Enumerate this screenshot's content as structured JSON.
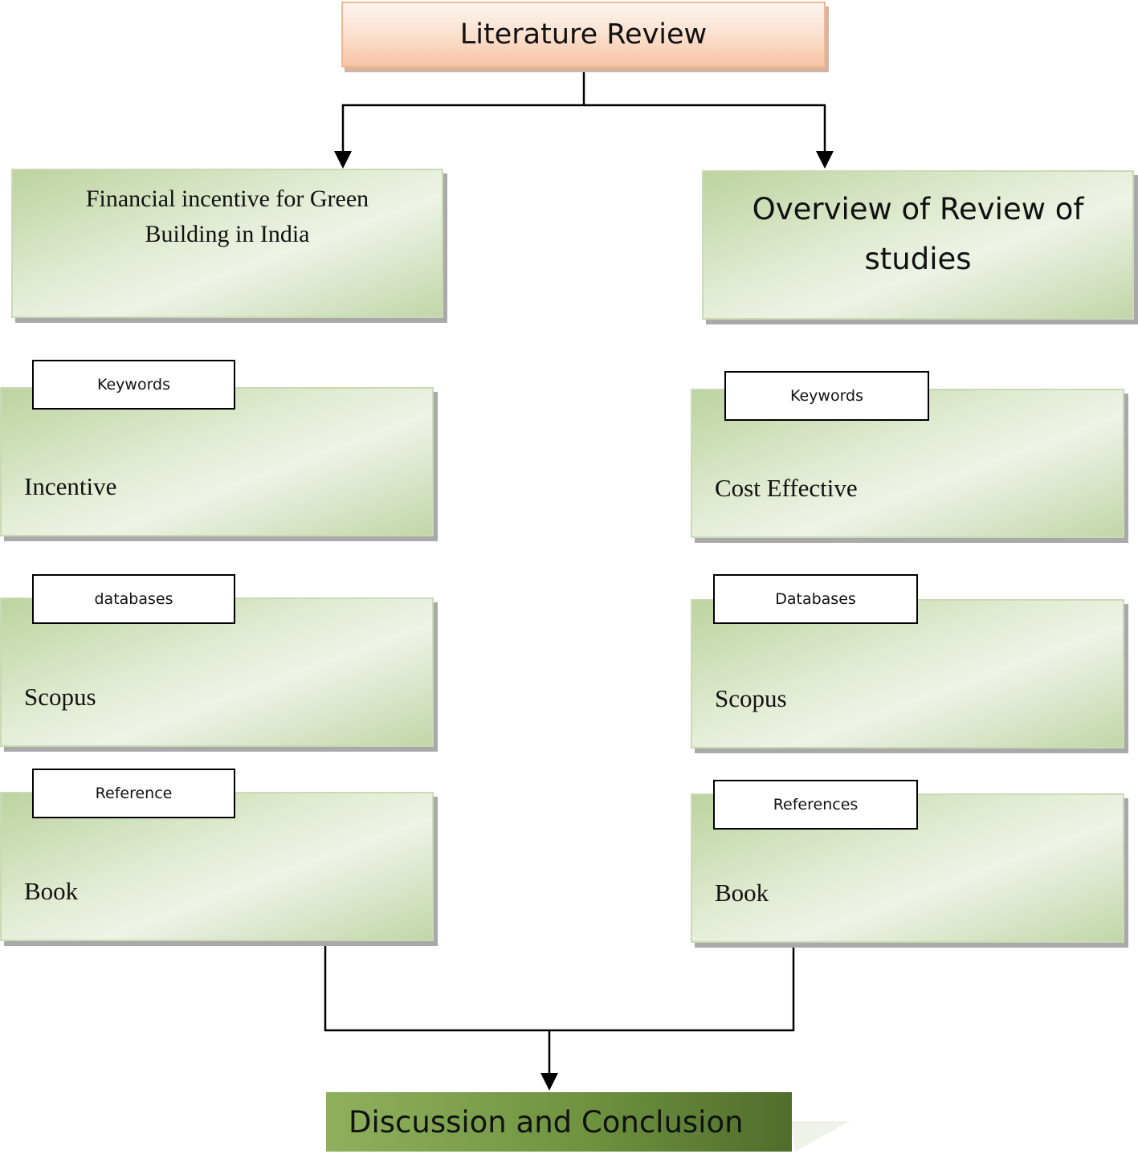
{
  "top": {
    "title": "Literature Review"
  },
  "left": {
    "header": {
      "line1": "Financial incentive  for Green",
      "line2": "Building in India"
    },
    "sections": [
      {
        "tag": "Keywords",
        "value": "Incentive"
      },
      {
        "tag": "databases",
        "value": "Scopus"
      },
      {
        "tag": "Reference",
        "value": "Book"
      }
    ]
  },
  "right": {
    "header": {
      "line1": "Overview of Review of",
      "line2": "studies"
    },
    "sections": [
      {
        "tag": "Keywords",
        "value": "Cost Effective"
      },
      {
        "tag": "Databases",
        "value": "Scopus"
      },
      {
        "tag": "References",
        "value": "Book"
      }
    ]
  },
  "bottom": {
    "title": "Discussion and Conclusion"
  }
}
